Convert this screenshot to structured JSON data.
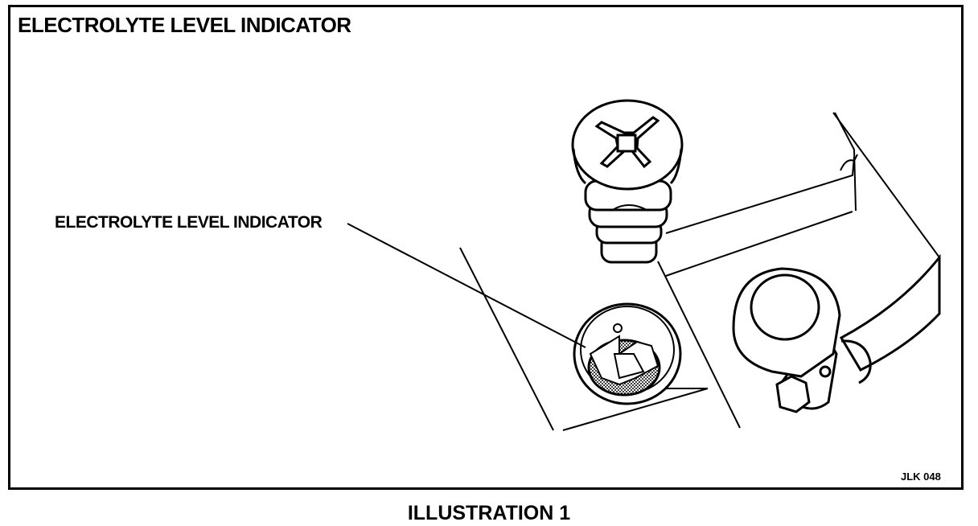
{
  "diagram": {
    "title": "ELECTROLYTE LEVEL INDICATOR",
    "callout_label": "ELECTROLYTE LEVEL INDICATOR",
    "figure_code": "JLK 048",
    "caption": "ILLUSTRATION 1"
  },
  "colors": {
    "ink": "#000000",
    "paper": "#ffffff",
    "shade": "#555555"
  }
}
